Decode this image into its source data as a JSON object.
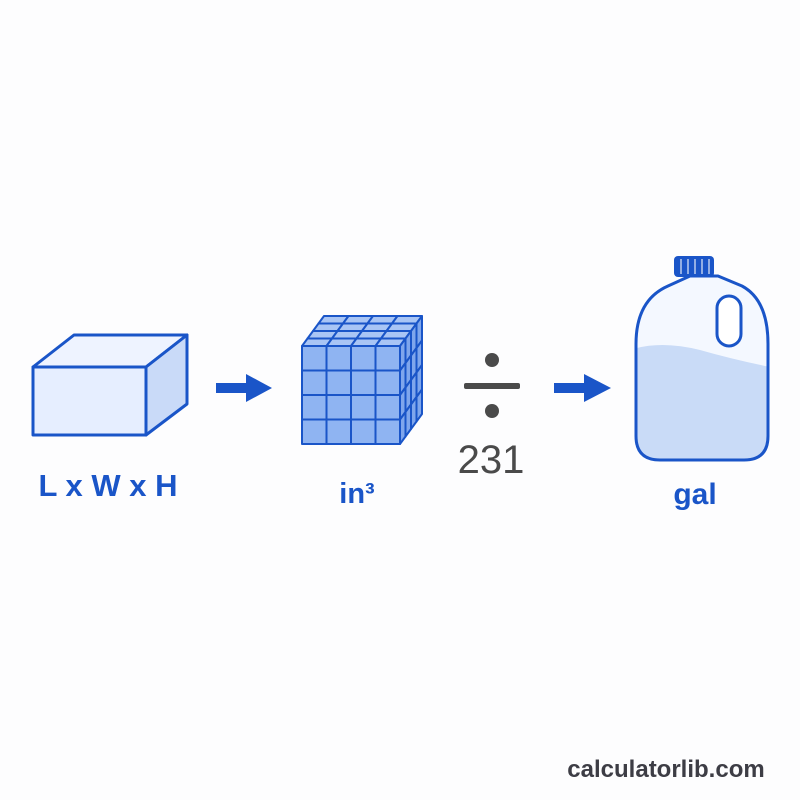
{
  "steps": {
    "dimensions_label": "L x W x H",
    "cubic_unit_label": "in³",
    "divide_symbol": "÷",
    "divisor_value": "231",
    "gallon_label": "gal"
  },
  "icons": [
    "box-icon",
    "cube-grid-icon",
    "arrow-right-icon",
    "divide-icon",
    "gallon-jug-icon"
  ],
  "colors": {
    "accent": "#1a55c8",
    "fill_light": "#e6eeff",
    "fill_mid": "#8fb4f2",
    "water": "#c9dbf7",
    "divisor_text": "#4a4a4a"
  },
  "watermark": "calculatorlib.com"
}
